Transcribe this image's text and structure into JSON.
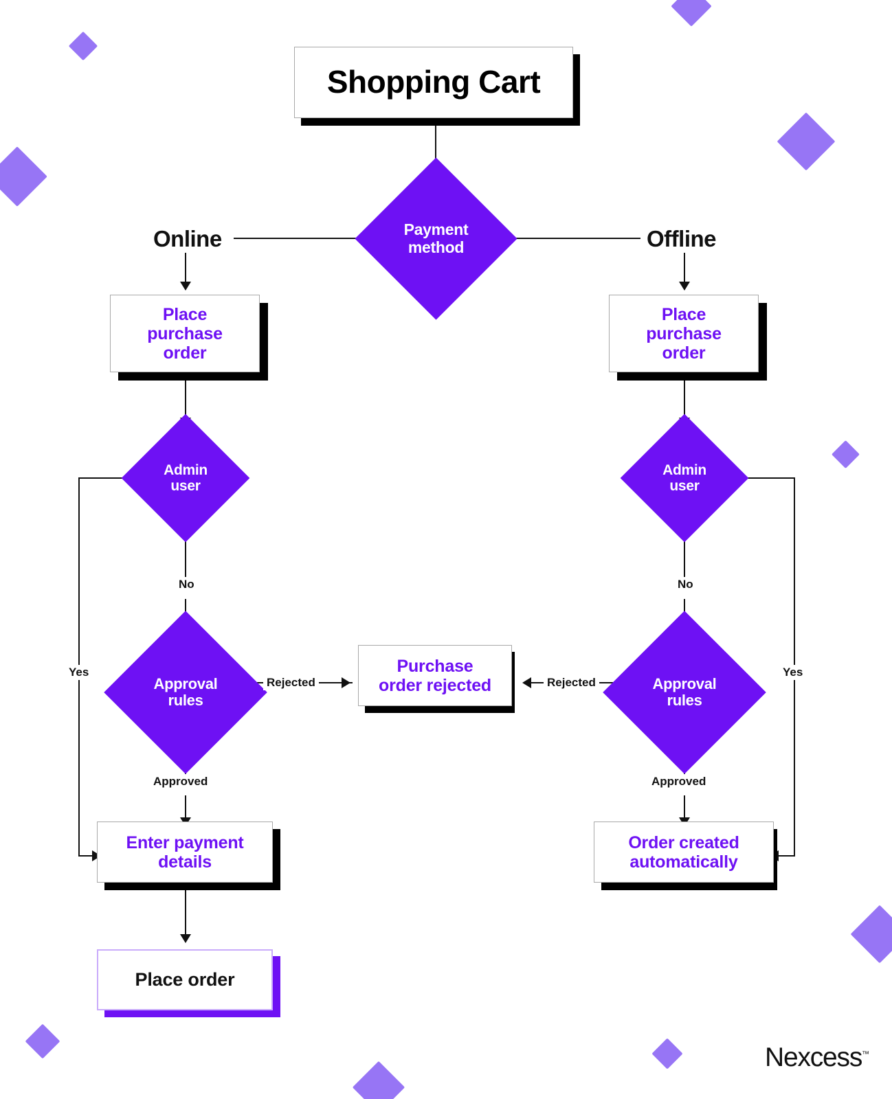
{
  "diagram": {
    "type": "flowchart",
    "title": "Shopping Cart purchase-order approval flow",
    "colors": {
      "accent_purple": "#6e11f4",
      "light_purple": "#9775f5",
      "final_border": "#c9abfb",
      "box_border": "#a8a8a8",
      "line": "#111111",
      "background": "#ffffff"
    },
    "nodes": {
      "shopping_cart": "Shopping Cart",
      "payment_method": "Payment\nmethod",
      "payment_method_l1": "Payment",
      "payment_method_l2": "method",
      "place_purchase_order_left_l1": "Place",
      "place_purchase_order_left_l2": "purchase",
      "place_purchase_order_left_l3": "order",
      "place_purchase_order_right_l1": "Place",
      "place_purchase_order_right_l2": "purchase",
      "place_purchase_order_right_l3": "order",
      "admin_user_left_l1": "Admin",
      "admin_user_left_l2": "user",
      "admin_user_right_l1": "Admin",
      "admin_user_right_l2": "user",
      "approval_rules_left_l1": "Approval",
      "approval_rules_left_l2": "rules",
      "approval_rules_right_l1": "Approval",
      "approval_rules_right_l2": "rules",
      "purchase_order_rejected_l1": "Purchase",
      "purchase_order_rejected_l2": "order rejected",
      "enter_payment_details_l1": "Enter payment",
      "enter_payment_details_l2": "details",
      "order_created_automatically_l1": "Order created",
      "order_created_automatically_l2": "automatically",
      "place_order": "Place order"
    },
    "edge_labels": {
      "online": "Online",
      "offline": "Offline",
      "yes_left": "Yes",
      "yes_right": "Yes",
      "no_left": "No",
      "no_right": "No",
      "rejected_left": "Rejected",
      "rejected_right": "Rejected",
      "approved_left": "Approved",
      "approved_right": "Approved"
    }
  },
  "branding": {
    "logo_text": "Nexcess",
    "trademark": "™"
  }
}
